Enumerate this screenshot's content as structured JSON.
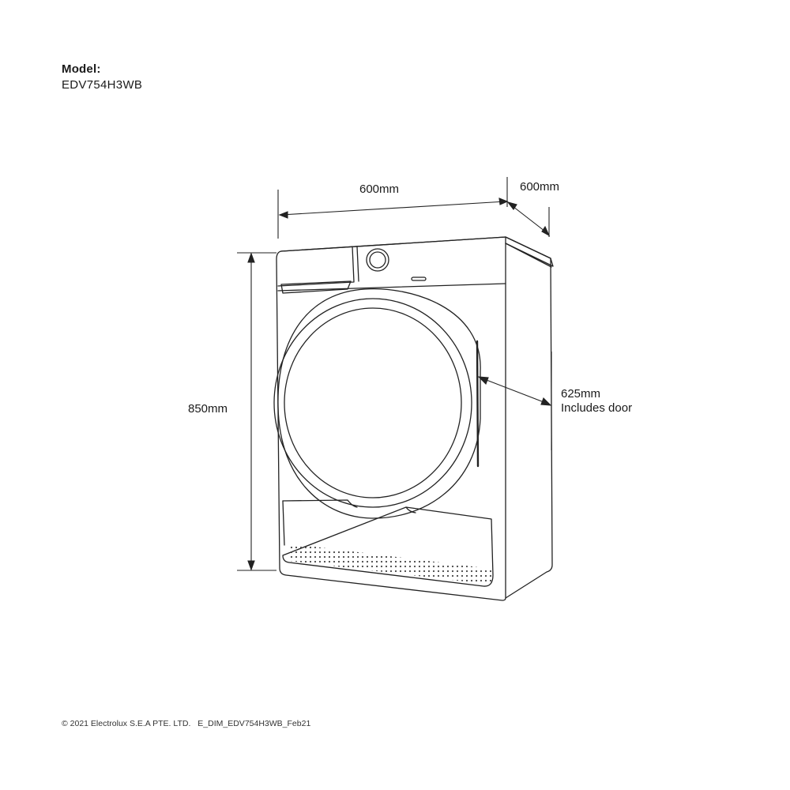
{
  "model": {
    "heading": "Model:",
    "number": "EDV754H3WB"
  },
  "dimensions": {
    "width": "600mm",
    "depth": "600mm",
    "height": "850mm",
    "depth_door_value": "625mm",
    "depth_door_note": "Includes door"
  },
  "footer": {
    "copyright": "© 2021 Electrolux S.E.A PTE. LTD.",
    "doc_code": "E_DIM_EDV754H3WB_Feb21"
  }
}
